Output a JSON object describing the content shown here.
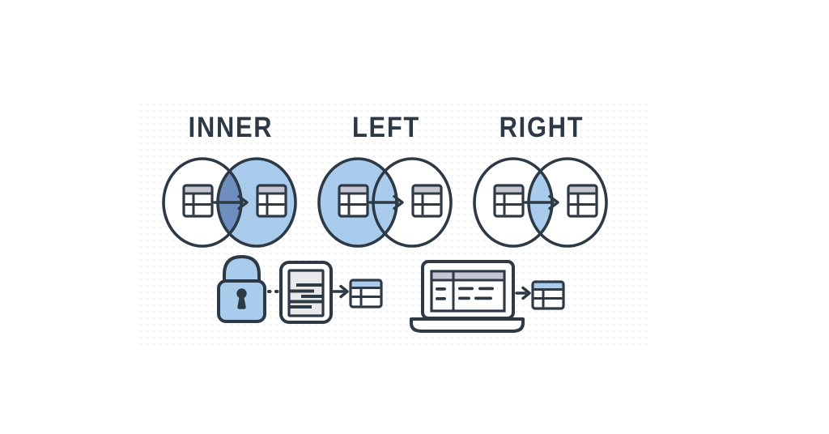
{
  "venns": [
    {
      "label": "INNER",
      "left_fill": "#ffffff",
      "intersection_fill": "#6d8ebf",
      "right_fill": "#a9cbec"
    },
    {
      "label": "LEFT",
      "left_fill": "#a9cbec",
      "intersection_fill": "#a9cbec",
      "right_fill": "#ffffff"
    },
    {
      "label": "RIGHT",
      "left_fill": "#ffffff",
      "intersection_fill": "#a9cbec",
      "right_fill": "#ffffff"
    }
  ],
  "colors": {
    "outline_navy": "#2d3a46",
    "light_blue": "#a9cbec",
    "medium_blue": "#6d8ebf",
    "table_header_gray": "#c7c5d1",
    "document_gray": "#e9e9ea",
    "white": "#ffffff"
  },
  "icons": [
    "table-icon",
    "arrow-icon",
    "padlock-icon",
    "dotted-connector",
    "document-icon",
    "result-table-icon",
    "laptop-icon"
  ]
}
